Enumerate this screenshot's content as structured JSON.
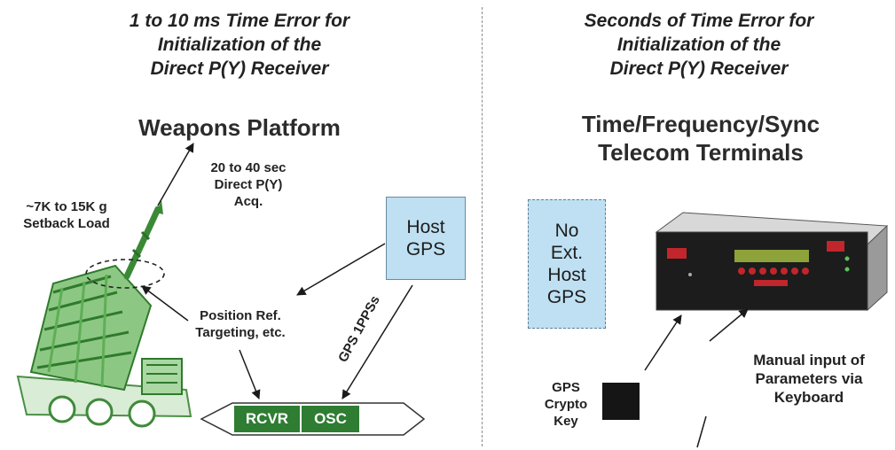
{
  "left_panel": {
    "title_lines": [
      "1 to 10 ms Time Error for",
      "Initialization of the",
      "Direct P(Y) Receiver"
    ],
    "heading": "Weapons Platform",
    "setback_lines": [
      "~7K to 15K g",
      "Setback Load"
    ],
    "acq_lines": [
      "20 to 40 sec",
      "Direct P(Y)",
      "Acq."
    ],
    "position_lines": [
      "Position Ref.",
      "Targeting, etc."
    ],
    "host_box_lines": [
      "Host",
      "GPS"
    ],
    "pps_label": "GPS 1PPSs",
    "receiver": {
      "rcvr_label": "RCVR",
      "osc_label": "OSC"
    }
  },
  "right_panel": {
    "title_lines": [
      "Seconds of Time Error for",
      "Initialization of the",
      "Direct P(Y) Receiver"
    ],
    "heading_lines": [
      "Time/Frequency/Sync",
      "Telecom Terminals"
    ],
    "no_host_lines": [
      "No",
      "Ext.",
      "Host",
      "GPS"
    ],
    "crypto_lines": [
      "GPS",
      "Crypto",
      "Key"
    ],
    "manual_lines": [
      "Manual input of",
      "Parameters via",
      "Keyboard"
    ]
  },
  "colors": {
    "accent_blue": "#bfe0f3",
    "module_green": "#2e7d32",
    "platform_green": "#3f9a3a"
  }
}
